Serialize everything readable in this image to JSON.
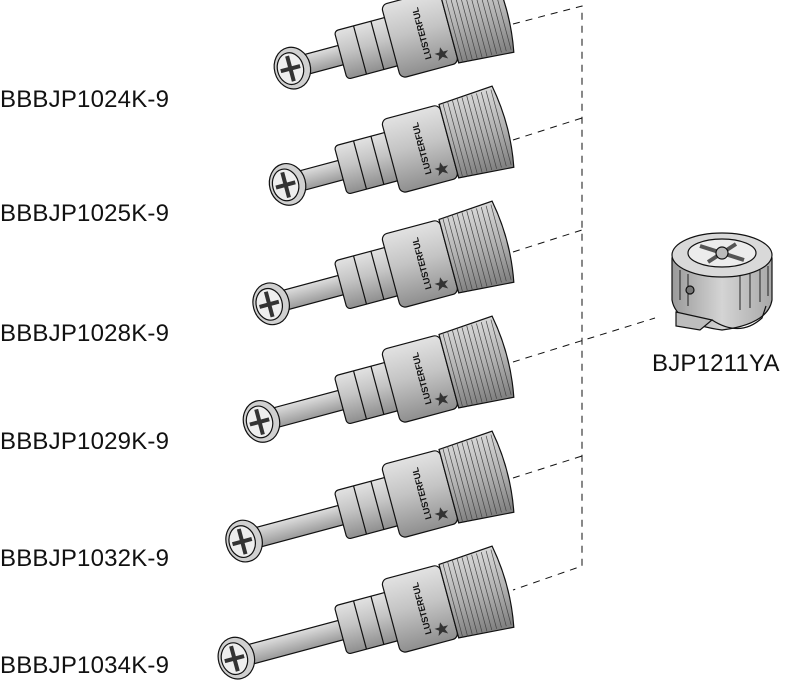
{
  "parts": [
    {
      "code": "BBBJP1024K-9",
      "brand": "LUSTERFUL"
    },
    {
      "code": "BBBJP1025K-9",
      "brand": "LUSTERFUL"
    },
    {
      "code": "BBBJP1028K-9",
      "brand": "LUSTERFUL"
    },
    {
      "code": "BBBJP1029K-9",
      "brand": "LUSTERFUL"
    },
    {
      "code": "BBBJP1032K-9",
      "brand": "LUSTERFUL"
    },
    {
      "code": "BBBJP1034K-9",
      "brand": "LUSTERFUL"
    }
  ],
  "cam_lock": {
    "code": "BJP1211YA"
  },
  "colors": {
    "stroke": "#111111",
    "body_fill": "#c7c7c7",
    "body_shade": "#9e9e9e",
    "text": "#111111"
  }
}
